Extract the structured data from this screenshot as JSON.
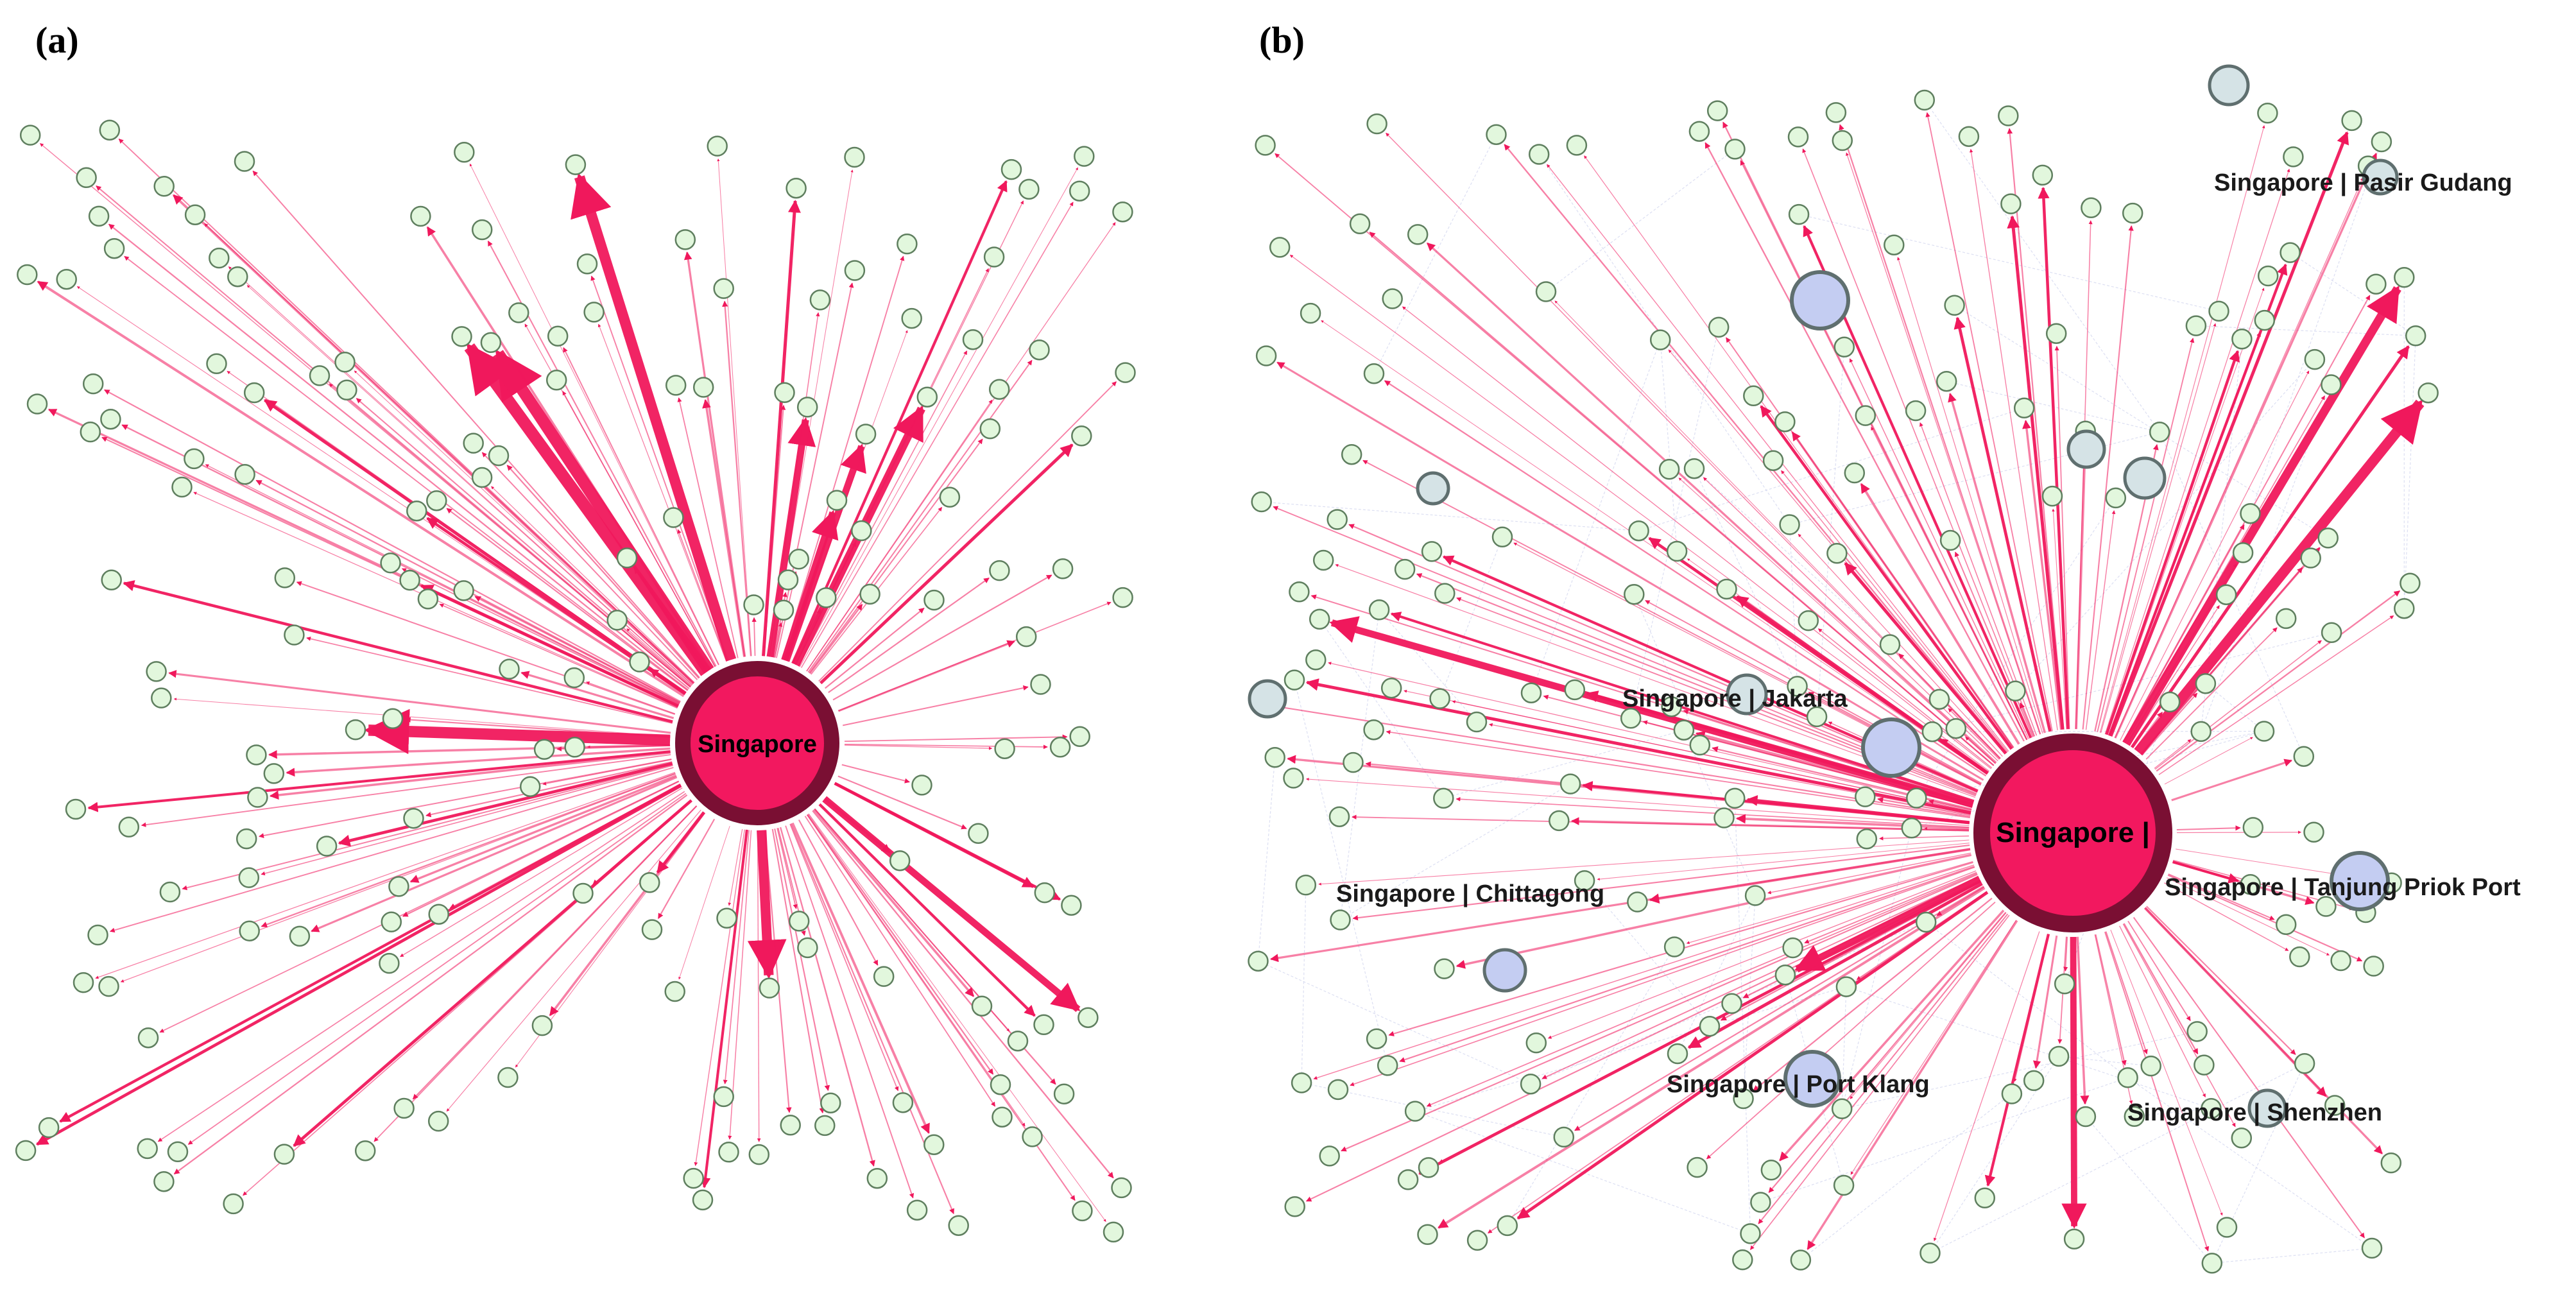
{
  "figure": {
    "panels": [
      {
        "letter": "(a)",
        "hub_label": "Singapore"
      },
      {
        "letter": "(b)",
        "hub_label": "Singapore |"
      }
    ],
    "route_labels": [
      "Singapore | Pasir Gudang",
      "Singapore | Jakarta",
      "Singapore | Chittagong",
      "Singapore | Tanjung Priok Port",
      "Singapore | Port Klang",
      "Singapore | Shenzhen"
    ],
    "colors": {
      "edge": "#f0185c",
      "hub_fill": "#f2185f",
      "hub_ring": "#7a0f33",
      "node_fill": "#e2f7dd",
      "node_stroke": "#5f7f5f",
      "highlight_node_fill": "#c4cdf2",
      "grey_node_fill": "#d5e3e6",
      "background_edge": "#cdd2ec"
    }
  }
}
